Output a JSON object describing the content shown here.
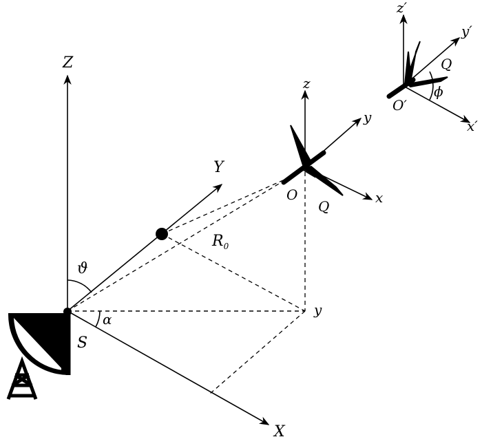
{
  "labels": {
    "Z": "Z",
    "Y": "Y",
    "X": "X",
    "S": "S",
    "theta": "ϑ",
    "alpha": "α",
    "R0_main": "R",
    "R0_sub": "0",
    "y_ground": "y",
    "z_local": "z",
    "y_local": "y",
    "x_local": "x",
    "O": "O",
    "Q": "Q",
    "z_prime": "z′",
    "y_prime": "y′",
    "x_prime": "x′",
    "O_prime": "O′",
    "Q_prime": "Q",
    "phi": "ϕ"
  },
  "colors": {
    "ink": "#000000",
    "background": "#ffffff"
  }
}
